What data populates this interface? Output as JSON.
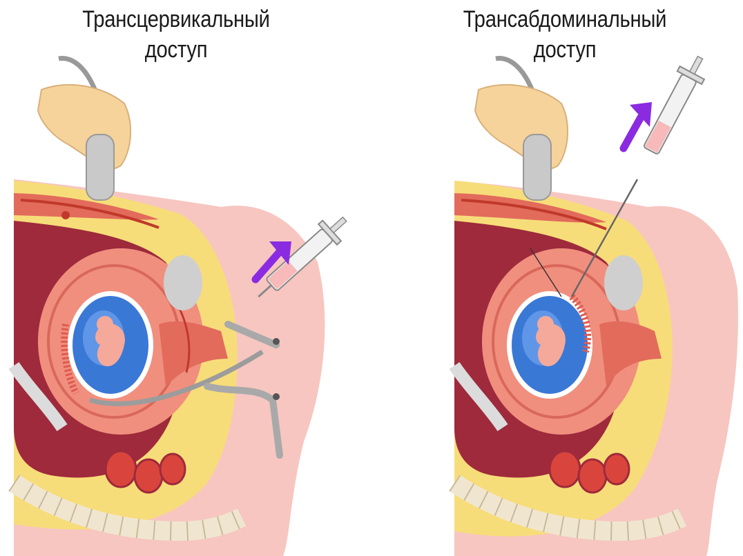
{
  "panels": [
    {
      "caption_line1": "Трансцервикальный",
      "caption_line2": "доступ"
    },
    {
      "caption_line1": "Трансабдоминальный",
      "caption_line2": "доступ"
    }
  ],
  "colors": {
    "skin": "#f7c6c0",
    "uterus_wall": "#f08f7e",
    "amniotic_fluid": "#3a78d6",
    "fat_layer": "#f7dd79",
    "arrow": "#8a2be2",
    "instrument": "#a9a9a9",
    "cavity": "#b23a48"
  }
}
